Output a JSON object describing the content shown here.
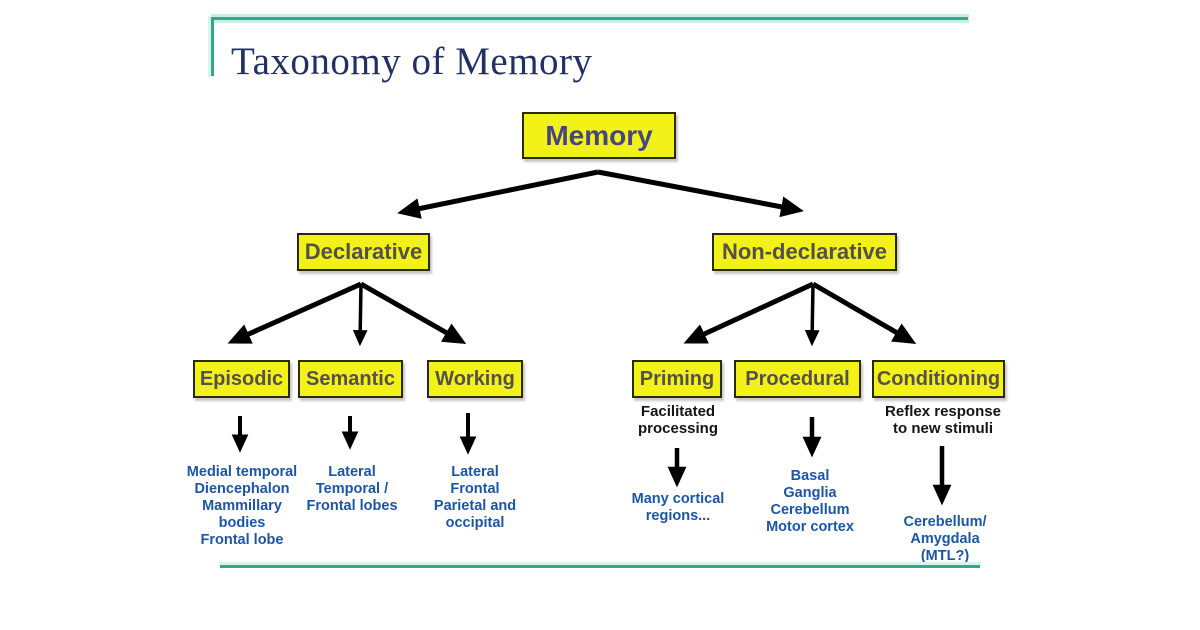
{
  "title": "Taxonomy of Memory",
  "colors": {
    "box_fill": "#f2f218",
    "box_border": "#2a2a08",
    "root_label_text": "#46457f",
    "branch_label_text": "#55514a",
    "region_text": "#1d55a5",
    "note_text": "#151515",
    "accent_line": "#2fa98c",
    "title_text": "#233063",
    "arrow": "#000000"
  },
  "nodes": {
    "root": {
      "label": "Memory"
    },
    "declarative": {
      "label": "Declarative"
    },
    "nondeclarative": {
      "label": "Non-declarative"
    },
    "episodic": {
      "label": "Episodic",
      "regions": "Medial temporal\nDiencephalon\nMammillary\nbodies\nFrontal lobe"
    },
    "semantic": {
      "label": "Semantic",
      "regions": "Lateral\nTemporal /\nFrontal lobes"
    },
    "working": {
      "label": "Working",
      "regions": "Lateral\nFrontal\nParietal and\noccipital"
    },
    "priming": {
      "label": "Priming",
      "note": "Facilitated\nprocessing",
      "regions": "Many cortical\nregions..."
    },
    "procedural": {
      "label": "Procedural",
      "regions": "Basal\nGanglia\nCerebellum\nMotor cortex"
    },
    "conditioning": {
      "label": "Conditioning",
      "note": "Reflex response\nto new stimuli",
      "regions": "Cerebellum/\nAmygdala\n(MTL?)"
    }
  }
}
